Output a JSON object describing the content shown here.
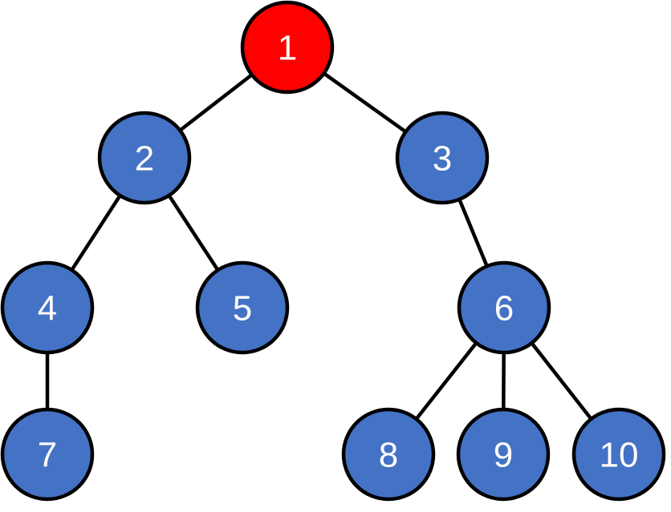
{
  "tree": {
    "nodes": [
      {
        "id": "1",
        "label": "1",
        "fill": "#ff0000"
      },
      {
        "id": "2",
        "label": "2",
        "fill": "#4472c4"
      },
      {
        "id": "3",
        "label": "3",
        "fill": "#4472c4"
      },
      {
        "id": "4",
        "label": "4",
        "fill": "#4472c4"
      },
      {
        "id": "5",
        "label": "5",
        "fill": "#4472c4"
      },
      {
        "id": "6",
        "label": "6",
        "fill": "#4472c4"
      },
      {
        "id": "7",
        "label": "7",
        "fill": "#4472c4"
      },
      {
        "id": "8",
        "label": "8",
        "fill": "#4472c4"
      },
      {
        "id": "9",
        "label": "9",
        "fill": "#4472c4"
      },
      {
        "id": "10",
        "label": "10",
        "fill": "#4472c4"
      }
    ],
    "edges": [
      {
        "from": "1",
        "to": "2"
      },
      {
        "from": "1",
        "to": "3"
      },
      {
        "from": "2",
        "to": "4"
      },
      {
        "from": "2",
        "to": "5"
      },
      {
        "from": "3",
        "to": "6"
      },
      {
        "from": "4",
        "to": "7"
      },
      {
        "from": "6",
        "to": "8"
      },
      {
        "from": "6",
        "to": "9"
      },
      {
        "from": "6",
        "to": "10"
      }
    ]
  }
}
